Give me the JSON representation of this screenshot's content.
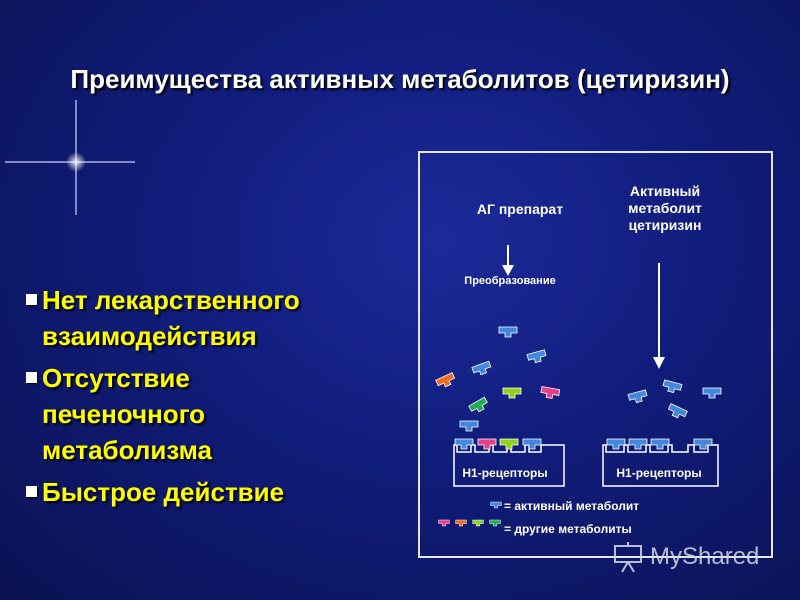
{
  "title": "Преимущества активных метаболитов (цетиризин)",
  "bullets": [
    {
      "line1": "Нет лекарственного",
      "line2": "взаимодействия"
    },
    {
      "line1": "Отсутствие",
      "line2": "печеночного",
      "line3": "метаболизма"
    },
    {
      "line1": "Быстрое действие"
    }
  ],
  "diagram": {
    "left_heading": "АГ препарат",
    "right_heading": {
      "line1": "Активный",
      "line2": "метаболит",
      "line3": "цетиризин"
    },
    "transform_label": "Преобразование",
    "receptor_left": "Н1-рецепторы",
    "receptor_right": "Н1-рецепторы",
    "legend_active": "= активный метаболит",
    "legend_other": "= другие метаболиты"
  },
  "colors": {
    "active_metabolite": "#4488dd",
    "other_metabolites": [
      "#e63e8a",
      "#f26a21",
      "#22aa55",
      "#8fd01a"
    ]
  },
  "watermark": {
    "text": "MyShared"
  }
}
